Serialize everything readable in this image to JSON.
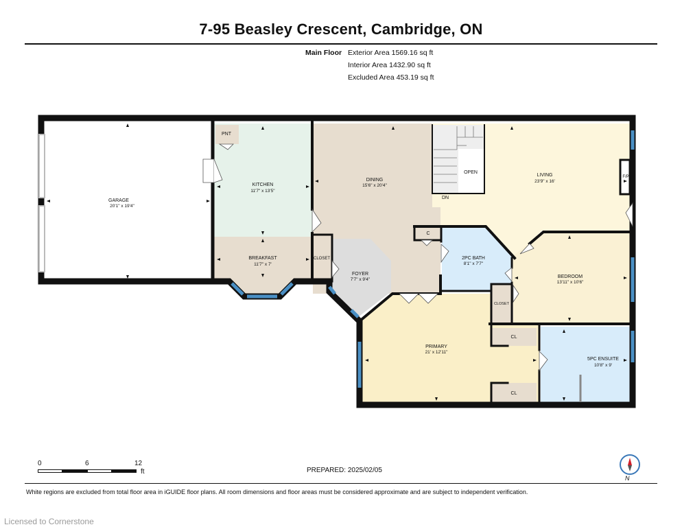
{
  "title": "7-95 Beasley Crescent, Cambridge, ON",
  "areas": {
    "floor_label": "Main Floor",
    "exterior": "Exterior Area 1569.16 sq ft",
    "interior": "Interior Area 1432.90 sq ft",
    "excluded": "Excluded Area 453.19 sq ft"
  },
  "rooms": {
    "garage": {
      "name": "GARAGE",
      "dims": "20'1\" x 19'4\""
    },
    "kitchen": {
      "name": "KITCHEN",
      "dims": "11'7\" x 13'5\""
    },
    "pantry": {
      "name": "PNT"
    },
    "breakfast": {
      "name": "BREAKFAST",
      "dims": "11'7\" x 7'"
    },
    "closet_foyer": {
      "name": "CLOSET"
    },
    "dining": {
      "name": "DINING",
      "dims": "15'6\" x 20'4\""
    },
    "foyer": {
      "name": "FOYER",
      "dims": "7'7\" x 9'4\""
    },
    "open": {
      "name": "OPEN"
    },
    "stairs_down": {
      "name": "DN"
    },
    "living": {
      "name": "LIVING",
      "dims": "23'9\" x 16'"
    },
    "fireplace": {
      "name": "F/P"
    },
    "closet_c": {
      "name": "C"
    },
    "bath2": {
      "name": "2PC BATH",
      "dims": "8'1\" x 7'7\""
    },
    "bedroom": {
      "name": "BEDROOM",
      "dims": "13'11\" x 10'6\""
    },
    "closet_bed": {
      "name": "CLOSET"
    },
    "primary": {
      "name": "PRIMARY",
      "dims": "21' x 12'11\""
    },
    "cl1": {
      "name": "CL"
    },
    "cl2": {
      "name": "CL"
    },
    "ensuite": {
      "name": "5PC ENSUITE",
      "dims": "10'8\" x 9'"
    }
  },
  "colors": {
    "wall": "#111111",
    "window": "#4a8fc4",
    "garage": "#ffffff",
    "kitchen": "#e6f2ea",
    "breakfast": "#e7ddcf",
    "dining": "#e7ddcf",
    "foyer": "#dddddd",
    "living": "#fdf6dc",
    "bath": "#d8ecfa",
    "bedroom": "#faf1d4",
    "primary": "#faefc8",
    "ensuite": "#d8ecfa",
    "closet": "#e7ddcf"
  },
  "scale": {
    "t0": "0",
    "t6": "6",
    "t12": "12",
    "unit": "ft"
  },
  "prepared": "PREPARED:  2025/02/05",
  "disclaimer": "White regions are excluded from total floor area in iGUIDE floor plans. All room dimensions and floor areas must be considered approximate and are subject to independent verification.",
  "compass_label": "N",
  "license": "Licensed to Cornerstone"
}
